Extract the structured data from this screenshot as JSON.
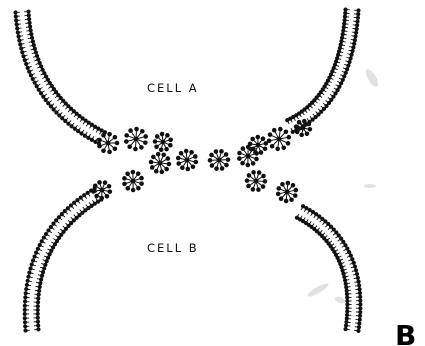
{
  "labels": {
    "cell_a": "CELL A",
    "cell_b": "CELL B",
    "panel": "B"
  },
  "colors": {
    "ink": "#111111",
    "background": "#ffffff",
    "smudge": "#c9c9c9"
  }
}
